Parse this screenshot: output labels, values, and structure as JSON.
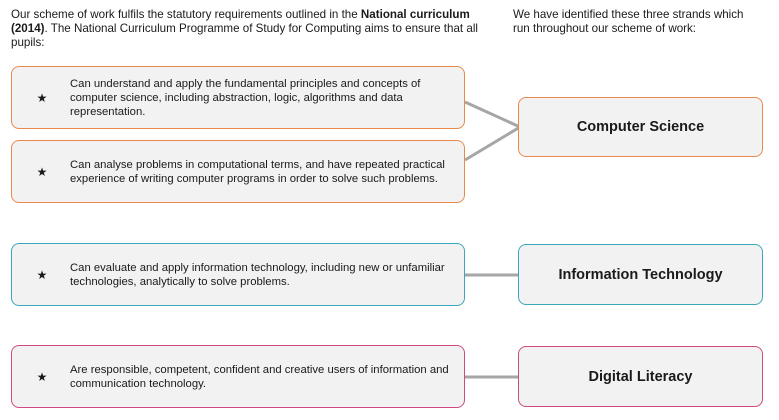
{
  "intro": {
    "left_pre": "Our scheme of work fulfils the statutory requirements outlined in the ",
    "left_bold1": "National curriculum",
    "left_bold2": "(2014)",
    "left_post": ". The National Curriculum Programme of Study for Computing aims to ensure that all pupils:",
    "right": "We have identified these three strands which run throughout our scheme of work:"
  },
  "star_symbol": "★",
  "aims": [
    {
      "text": "Can understand and apply the fundamental principles and concepts of computer science, including abstraction, logic, algorithms and data representation.",
      "strand": "Computer Science"
    },
    {
      "text": "Can analyse problems in computational terms, and have repeated practical experience of writing computer programs in order to solve such problems.",
      "strand": "Computer Science"
    },
    {
      "text": "Can evaluate and apply information technology, including new or unfamiliar technologies, analytically to solve problems.",
      "strand": "Information Technology"
    },
    {
      "text": "Are responsible, competent, confident and creative users of information and communication technology.",
      "strand": "Digital Literacy"
    }
  ],
  "strands": [
    {
      "label": "Computer Science",
      "color": "#e98a4d"
    },
    {
      "label": "Information Technology",
      "color": "#3aa7bd"
    },
    {
      "label": "Digital Literacy",
      "color": "#cf4a80"
    }
  ],
  "connector_color": "#a6a6a6"
}
